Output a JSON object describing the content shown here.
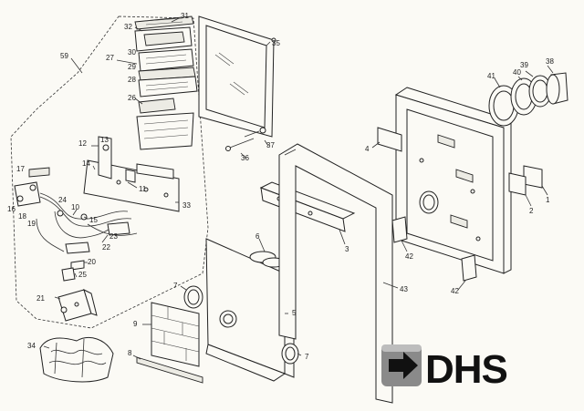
{
  "diagram": {
    "part_labels": [
      {
        "id": "31",
        "text": "31"
      },
      {
        "id": "32",
        "text": "32"
      },
      {
        "id": "35",
        "text": "35"
      },
      {
        "id": "59",
        "text": "59"
      },
      {
        "id": "27",
        "text": "27"
      },
      {
        "id": "30",
        "text": "30"
      },
      {
        "id": "29",
        "text": "29"
      },
      {
        "id": "28",
        "text": "28"
      },
      {
        "id": "26",
        "text": "26"
      },
      {
        "id": "37",
        "text": "37"
      },
      {
        "id": "36",
        "text": "36"
      },
      {
        "id": "12",
        "text": "12"
      },
      {
        "id": "13",
        "text": "13"
      },
      {
        "id": "14",
        "text": "14"
      },
      {
        "id": "17",
        "text": "17"
      },
      {
        "id": "11",
        "text": "11"
      },
      {
        "id": "16",
        "text": "16"
      },
      {
        "id": "18",
        "text": "18"
      },
      {
        "id": "24",
        "text": "24"
      },
      {
        "id": "10",
        "text": "10"
      },
      {
        "id": "15",
        "text": "15"
      },
      {
        "id": "33",
        "text": "33"
      },
      {
        "id": "19",
        "text": "19"
      },
      {
        "id": "23",
        "text": "23"
      },
      {
        "id": "22",
        "text": "22"
      },
      {
        "id": "20",
        "text": "20"
      },
      {
        "id": "25",
        "text": "25"
      },
      {
        "id": "21",
        "text": "21"
      },
      {
        "id": "34",
        "text": "34"
      },
      {
        "id": "7a",
        "text": "7"
      },
      {
        "id": "9",
        "text": "9"
      },
      {
        "id": "8",
        "text": "8"
      },
      {
        "id": "6",
        "text": "6"
      },
      {
        "id": "5",
        "text": "5"
      },
      {
        "id": "7b",
        "text": "7"
      },
      {
        "id": "3",
        "text": "3"
      },
      {
        "id": "43",
        "text": "43"
      },
      {
        "id": "4",
        "text": "4"
      },
      {
        "id": "41",
        "text": "41"
      },
      {
        "id": "40",
        "text": "40"
      },
      {
        "id": "39",
        "text": "39"
      },
      {
        "id": "38",
        "text": "38"
      },
      {
        "id": "1",
        "text": "1"
      },
      {
        "id": "2",
        "text": "2"
      },
      {
        "id": "42a",
        "text": "42"
      },
      {
        "id": "42b",
        "text": "42"
      }
    ]
  },
  "logo": {
    "text": "DHS"
  },
  "colors": {
    "ink": "#222222",
    "paper": "#fbfaf5",
    "logo_dark": "#111111",
    "logo_gray": "#8a8a8a"
  }
}
